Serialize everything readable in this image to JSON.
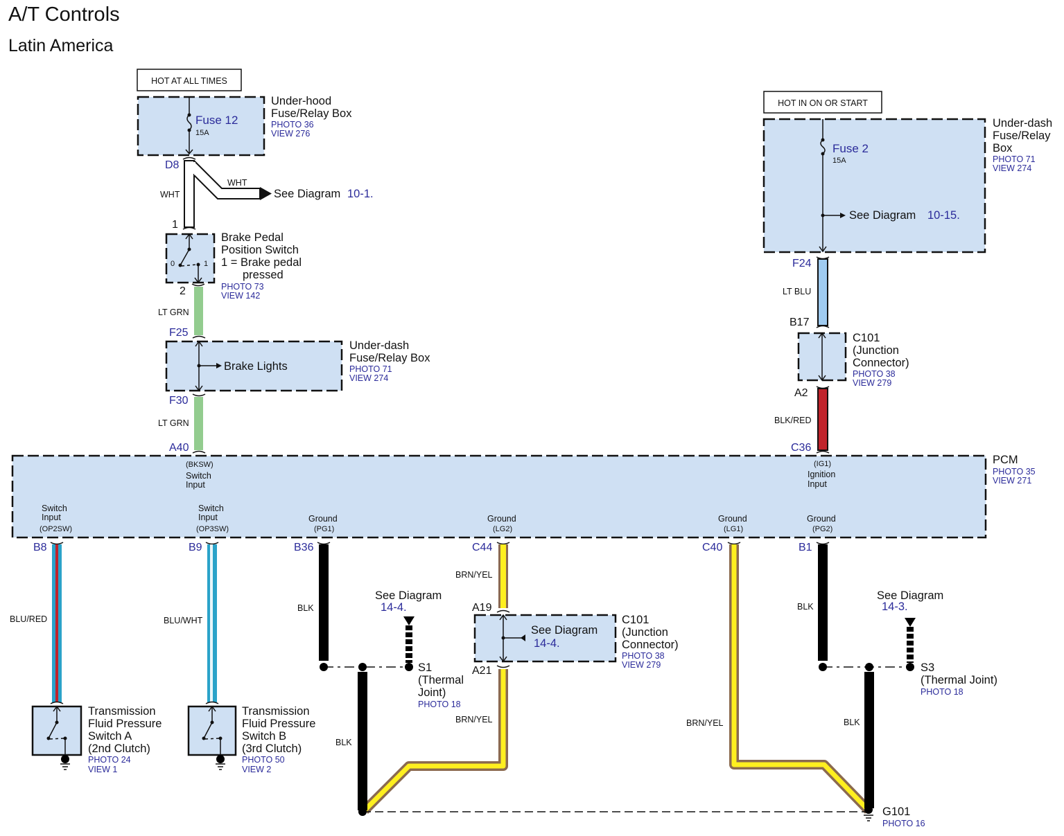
{
  "title": "A/T Controls",
  "region": "Latin America",
  "power_sources": {
    "left": "HOT AT ALL TIMES",
    "right": "HOT IN ON OR START"
  },
  "components": {
    "underhood_box": {
      "name_line1": "Under-hood",
      "name_line2": "Fuse/Relay Box",
      "photo": "PHOTO 36",
      "view": "VIEW 276",
      "fuse": "Fuse 12",
      "rating": "15A"
    },
    "underdash_box_right": {
      "name_line1": "Under-dash",
      "name_line2": "Fuse/Relay",
      "name_line3": "Box",
      "photo": "PHOTO 71",
      "view": "VIEW 274",
      "fuse": "Fuse 2",
      "rating": "15A",
      "see": "See Diagram",
      "see_ref": "10-15."
    },
    "brake_switch": {
      "name_line1": "Brake Pedal",
      "name_line2": "Position Switch",
      "name_line3": "1 = Brake pedal",
      "name_line4": "pressed",
      "photo": "PHOTO 73",
      "view": "VIEW 142",
      "pos0": "0",
      "pos1": "1"
    },
    "underdash_box_left": {
      "name_line1": "Under-dash",
      "name_line2": "Fuse/Relay Box",
      "photo": "PHOTO 71",
      "view": "VIEW 274",
      "inner": "Brake Lights"
    },
    "c101_top": {
      "name_line1": "C101",
      "name_line2": "(Junction",
      "name_line3": "Connector)",
      "photo": "PHOTO 38",
      "view": "VIEW 279"
    },
    "pcm": {
      "name": "PCM",
      "photo": "PHOTO 35",
      "view": "VIEW 271"
    },
    "c101_bottom": {
      "name_line1": "C101",
      "name_line2": "(Junction",
      "name_line3": "Connector)",
      "photo": "PHOTO 38",
      "view": "VIEW 279",
      "see": "See Diagram",
      "see_ref": "14-4."
    },
    "s1": {
      "name": "S1",
      "desc1": "(Thermal",
      "desc2": "Joint)",
      "photo": "PHOTO 18",
      "see": "See Diagram",
      "see_ref": "14-4."
    },
    "s3": {
      "name": "S3",
      "desc": "(Thermal Joint)",
      "photo": "PHOTO 18",
      "see": "See Diagram",
      "see_ref": "14-3."
    },
    "tfp_a": {
      "l1": "Transmission",
      "l2": "Fluid Pressure",
      "l3": "Switch A",
      "l4": "(2nd Clutch)",
      "photo": "PHOTO 24",
      "view": "VIEW 1"
    },
    "tfp_b": {
      "l1": "Transmission",
      "l2": "Fluid Pressure",
      "l3": "Switch B",
      "l4": "(3rd Clutch)",
      "photo": "PHOTO 50",
      "view": "VIEW 2"
    },
    "g101": {
      "name": "G101",
      "photo": "PHOTO 16"
    }
  },
  "see_diagram_top": {
    "text": "See Diagram",
    "ref": "10-1."
  },
  "pins": {
    "d8": "D8",
    "p1": "1",
    "p2": "2",
    "f25": "F25",
    "f30": "F30",
    "a40": "A40",
    "f24": "F24",
    "b17": "B17",
    "a2": "A2",
    "c36": "C36",
    "b8": "B8",
    "b9": "B9",
    "b36": "B36",
    "c44": "C44",
    "c40": "C40",
    "b1": "B1",
    "a19": "A19",
    "a21": "A21"
  },
  "pcm_terminals": {
    "bksw_code": "(BKSW)",
    "bksw_l1": "Switch",
    "bksw_l2": "Input",
    "ig1_code": "(IG1)",
    "ig1_l1": "Ignition",
    "ig1_l2": "Input",
    "op2sw_l1": "Switch",
    "op2sw_l2": "Input",
    "op2sw_code": "(OP2SW)",
    "op3sw_l1": "Switch",
    "op3sw_l2": "Input",
    "op3sw_code": "(OP3SW)",
    "pg1_l1": "Ground",
    "pg1_code": "(PG1)",
    "lg2_l1": "Ground",
    "lg2_code": "(LG2)",
    "lg1_l1": "Ground",
    "lg1_code": "(LG1)",
    "pg2_l1": "Ground",
    "pg2_code": "(PG2)"
  },
  "wires": {
    "wht1": "WHT",
    "wht2": "WHT",
    "ltgrn1": "LT GRN",
    "ltgrn2": "LT GRN",
    "ltblu": "LT BLU",
    "blkred": "BLK/RED",
    "blured": "BLU/RED",
    "bluwht": "BLU/WHT",
    "blk1": "BLK",
    "blk2": "BLK",
    "blk3": "BLK",
    "blk4": "BLK",
    "brnyel1": "BRN/YEL",
    "brnyel2": "BRN/YEL",
    "brnyel3": "BRN/YEL"
  },
  "colors": {
    "box_fill": "#cfe0f3",
    "ref_blue": "#2b2b9a",
    "lt_grn": "#93cc8f",
    "lt_blu": "#9fcbf0",
    "red": "#c0232b",
    "blu": "#2aa3c9",
    "yel": "#ffef1f",
    "brn": "#8b6a4f",
    "blk": "#000000"
  }
}
